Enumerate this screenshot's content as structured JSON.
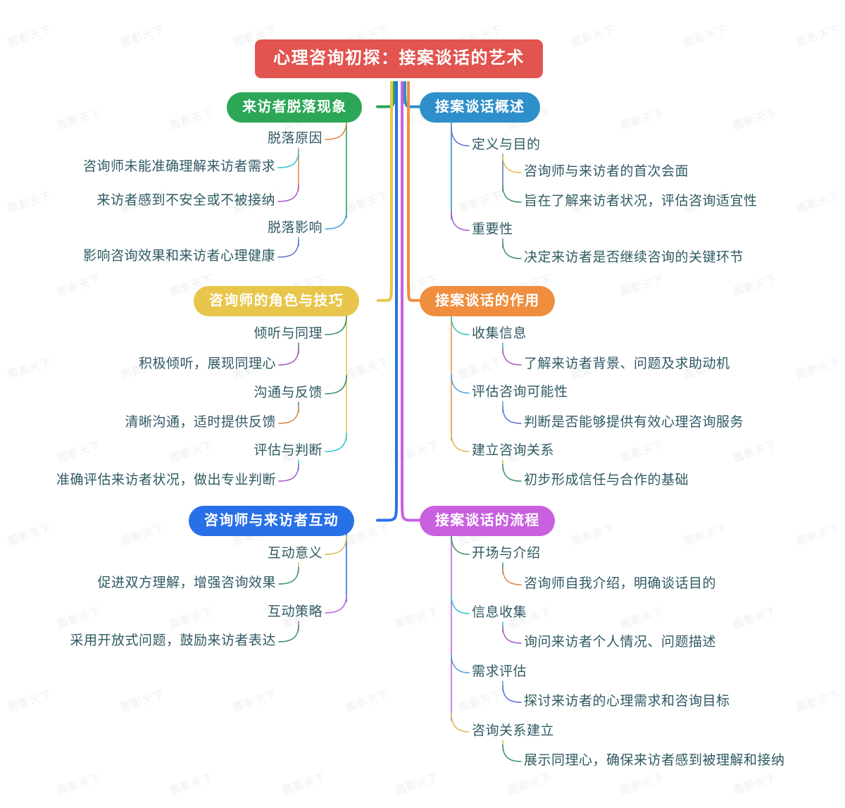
{
  "meta": {
    "background_color": "#ffffff",
    "leaf_text_color": "#2f5a63",
    "watermark_text": "图影天下"
  },
  "root": {
    "label": "心理咨询初探：接案谈话的艺术",
    "color": "#e2544f"
  },
  "branches": [
    {
      "id": "branch-visitor-dropout",
      "label": "来访者脱落现象",
      "color": "#2ca757",
      "side": "left",
      "children": [
        {
          "label": "脱落原因",
          "color": "#e08447",
          "children": [
            {
              "label": "咨询师未能准确理解来访者需求",
              "color": "#2ec5d3"
            },
            {
              "label": "来访者感到不安全或不被接纳",
              "color": "#a45bc4"
            }
          ]
        },
        {
          "label": "脱落影响",
          "color": "#4a9fe0",
          "children": [
            {
              "label": "影响咨询效果和来访者心理健康",
              "color": "#5b6fd0"
            }
          ]
        }
      ]
    },
    {
      "id": "branch-intake-overview",
      "label": "接案谈话概述",
      "color": "#2e8fcb",
      "side": "right",
      "children": [
        {
          "label": "定义与目的",
          "color": "#5b6fd0",
          "children": [
            {
              "label": "咨询师与来访者的首次会面",
              "color": "#e0b94a"
            },
            {
              "label": "旨在了解来访者状况，评估咨询适宜性",
              "color": "#3d8f6e"
            }
          ]
        },
        {
          "label": "重要性",
          "color": "#a45bc4",
          "children": [
            {
              "label": "决定来访者是否继续咨询的关键环节",
              "color": "#3d8f6e"
            }
          ]
        }
      ]
    },
    {
      "id": "branch-counselor-role",
      "label": "咨询师的角色与技巧",
      "color": "#e8c64b",
      "side": "left",
      "children": [
        {
          "label": "倾听与同理",
          "color": "#3d8f6e",
          "children": [
            {
              "label": "积极倾听，展现同理心",
              "color": "#a45bc4"
            }
          ]
        },
        {
          "label": "沟通与反馈",
          "color": "#3d8f6e",
          "children": [
            {
              "label": "清晰沟通，适时提供反馈",
              "color": "#e08447"
            }
          ]
        },
        {
          "label": "评估与判断",
          "color": "#2ec5d3",
          "children": [
            {
              "label": "准确评估来访者状况，做出专业判断",
              "color": "#a45bc4"
            }
          ]
        }
      ]
    },
    {
      "id": "branch-intake-function",
      "label": "接案谈话的作用",
      "color": "#ef8e3e",
      "side": "right",
      "children": [
        {
          "label": "收集信息",
          "color": "#2ec5b8",
          "children": [
            {
              "label": "了解来访者背景、问题及求助动机",
              "color": "#a45bc4"
            }
          ]
        },
        {
          "label": "评估咨询可能性",
          "color": "#4a9fe0",
          "children": [
            {
              "label": "判断是否能够提供有效心理咨询服务",
              "color": "#5b6fd0"
            }
          ]
        },
        {
          "label": "建立咨询关系",
          "color": "#e0b94a",
          "children": [
            {
              "label": "初步形成信任与合作的基础",
              "color": "#3d8f6e"
            }
          ]
        }
      ]
    },
    {
      "id": "branch-interaction",
      "label": "咨询师与来访者互动",
      "color": "#2870e8",
      "side": "left",
      "children": [
        {
          "label": "互动意义",
          "color": "#e0b94a",
          "children": [
            {
              "label": "促进双方理解，增强咨询效果",
              "color": "#3d8f6e"
            }
          ]
        },
        {
          "label": "互动策略",
          "color": "#c860e0",
          "children": [
            {
              "label": "采用开放式问题，鼓励来访者表达",
              "color": "#3d8f6e"
            }
          ]
        }
      ]
    },
    {
      "id": "branch-intake-process",
      "label": "接案谈话的流程",
      "color": "#c860e0",
      "side": "right",
      "children": [
        {
          "label": "开场与介绍",
          "color": "#3d8f6e",
          "children": [
            {
              "label": "咨询师自我介绍，明确谈话目的",
              "color": "#e08447"
            }
          ]
        },
        {
          "label": "信息收集",
          "color": "#2ec5d3",
          "children": [
            {
              "label": "询问来访者个人情况、问题描述",
              "color": "#a45bc4"
            }
          ]
        },
        {
          "label": "需求评估",
          "color": "#4a9fe0",
          "children": [
            {
              "label": "探讨来访者的心理需求和咨询目标",
              "color": "#5b6fd0"
            }
          ]
        },
        {
          "label": "咨询关系建立",
          "color": "#e0b94a",
          "children": [
            {
              "label": "展示同理心，确保来访者感到被理解和接纳",
              "color": "#3d8f6e"
            }
          ]
        }
      ]
    }
  ]
}
